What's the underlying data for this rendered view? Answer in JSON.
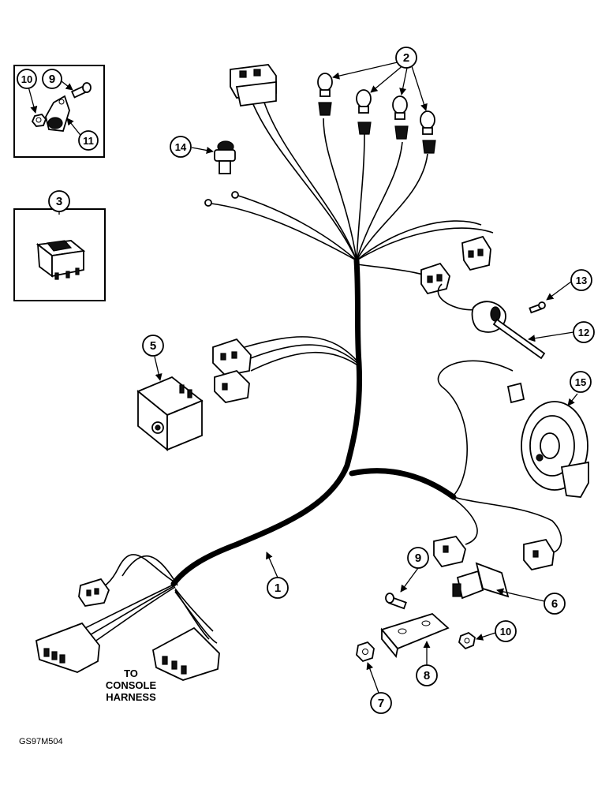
{
  "callouts": {
    "c1": "1",
    "c2": "2",
    "c3": "3",
    "c5": "5",
    "c6": "6",
    "c7": "7",
    "c8": "8",
    "c9a": "9",
    "c9b": "9",
    "c10a": "10",
    "c10b": "10",
    "c11": "11",
    "c12": "12",
    "c13": "13",
    "c14": "14",
    "c15": "15"
  },
  "caption": {
    "line1": "TO",
    "line2": "CONSOLE",
    "line3": "HARNESS"
  },
  "figure_code": "GS97M504"
}
